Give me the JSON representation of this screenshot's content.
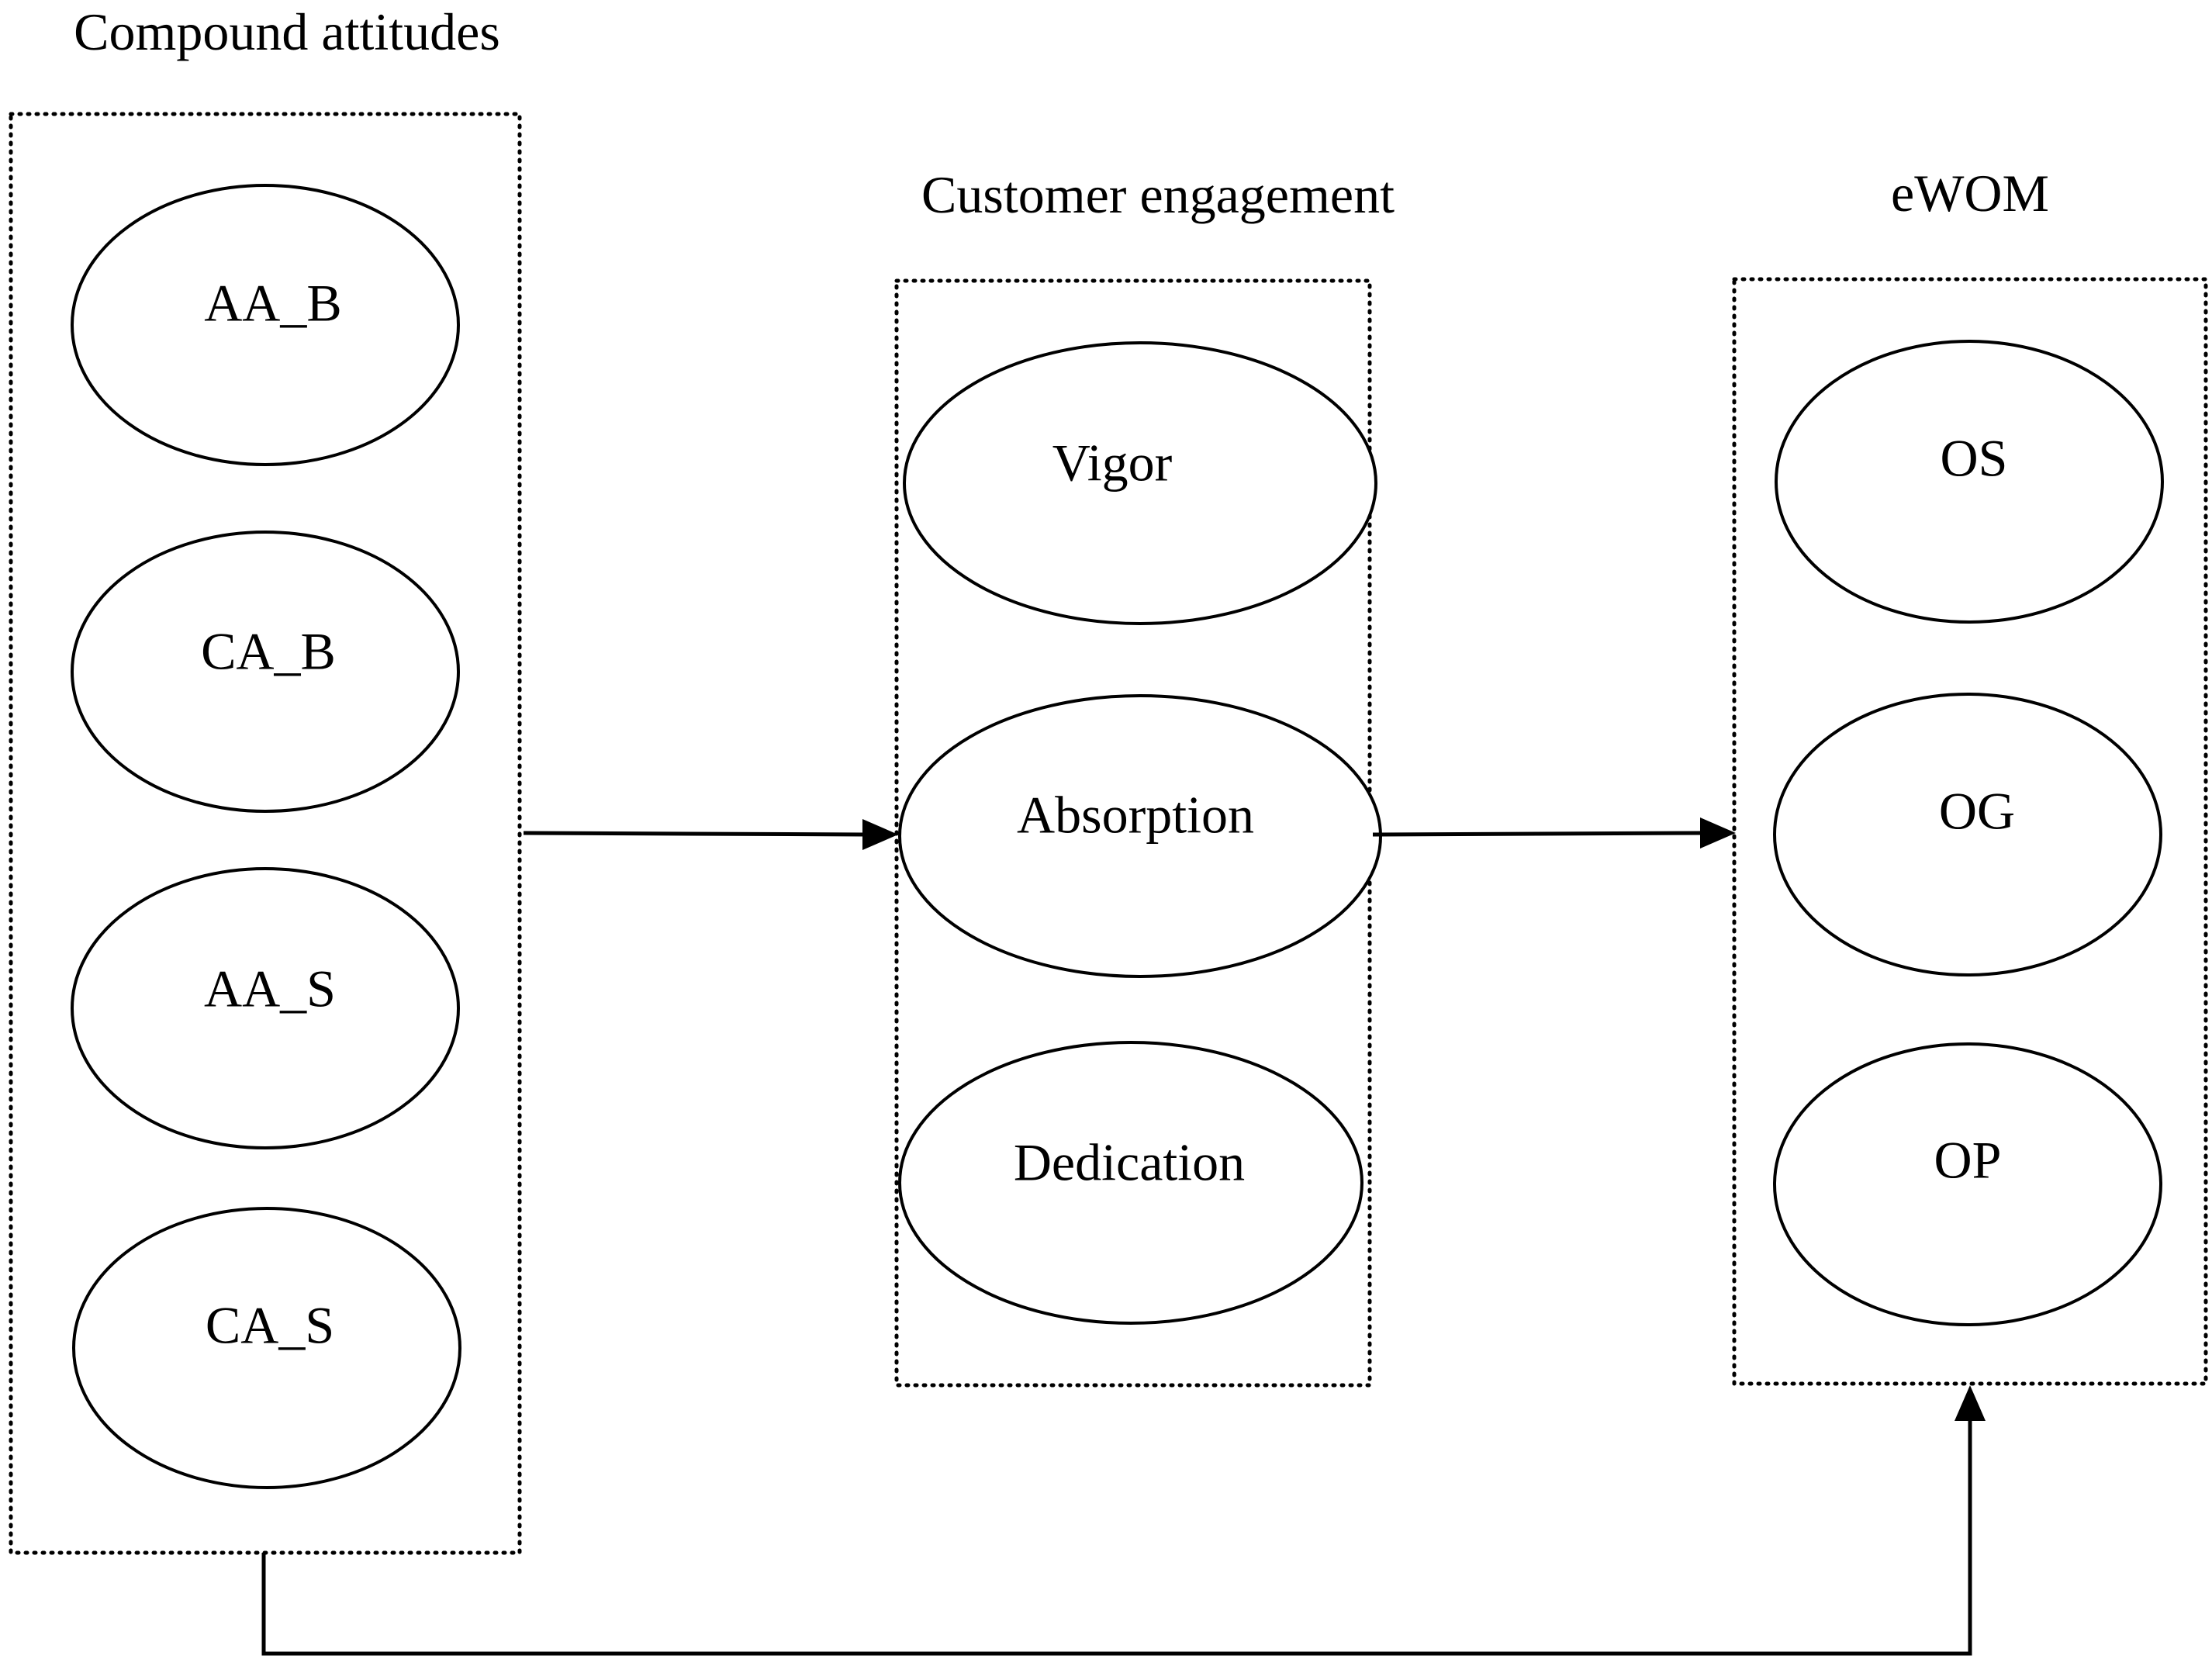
{
  "groups": {
    "compound_attitudes": {
      "title": "Compound attitudes",
      "nodes": [
        "AA_B",
        "CA_B",
        "AA_S",
        "CA_S"
      ]
    },
    "customer_engagement": {
      "title": "Customer engagement",
      "nodes": [
        "Vigor",
        "Absorption",
        "Dedication"
      ]
    },
    "ewom": {
      "title": "eWOM",
      "nodes": [
        "OS",
        "OG",
        "OP"
      ]
    }
  },
  "edges": [
    {
      "from": "Compound attitudes",
      "to": "Customer engagement"
    },
    {
      "from": "Customer engagement",
      "to": "eWOM"
    },
    {
      "from": "Compound attitudes",
      "to": "eWOM"
    }
  ]
}
